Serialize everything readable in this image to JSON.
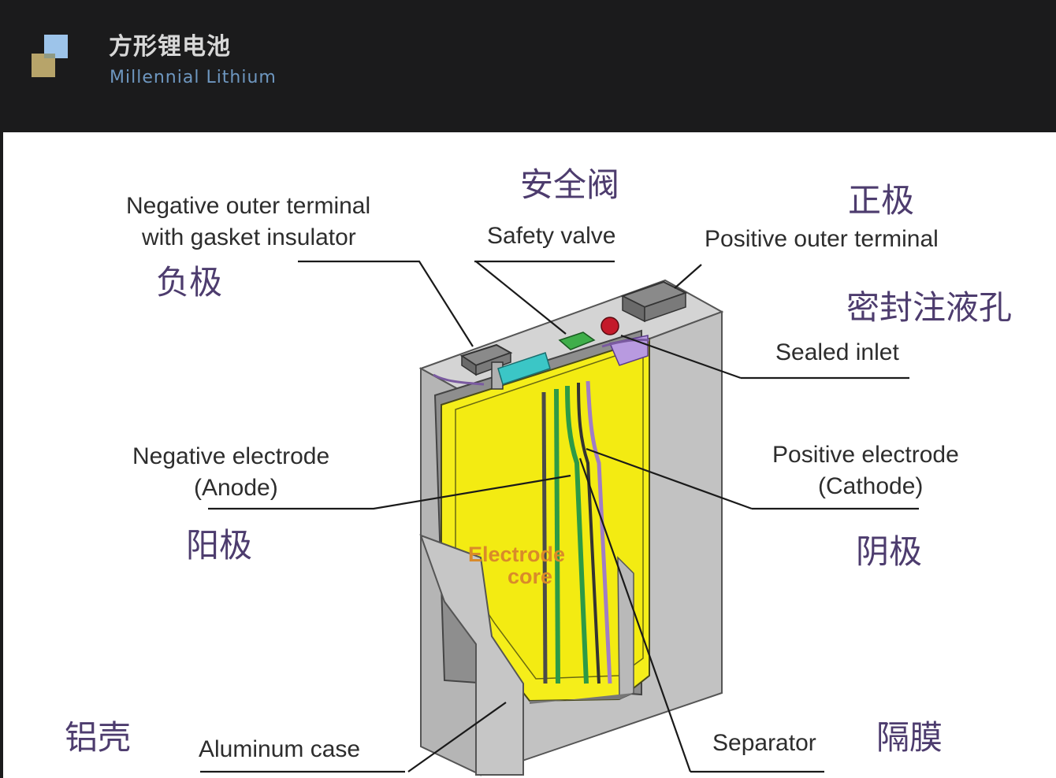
{
  "header": {
    "title": "方形锂电池",
    "subtitle": "Millennial Lithium"
  },
  "diagram": {
    "labels": {
      "neg_terminal_en_line1": "Negative outer terminal",
      "neg_terminal_en_line2": "with gasket insulator",
      "neg_terminal_cn": "负极",
      "safety_valve_cn": "安全阀",
      "safety_valve_en": "Safety valve",
      "pos_terminal_cn": "正极",
      "pos_terminal_en": "Positive outer terminal",
      "sealed_inlet_cn": "密封注液孔",
      "sealed_inlet_en": "Sealed inlet",
      "neg_electrode_en_line1": "Negative electrode",
      "neg_electrode_en_line2": "(Anode)",
      "neg_electrode_cn": "阳极",
      "pos_electrode_en_line1": "Positive electrode",
      "pos_electrode_en_line2": "(Cathode)",
      "pos_electrode_cn": "阴极",
      "case_cn": "铝壳",
      "case_en": "Aluminum  case",
      "separator_en": "Separator",
      "separator_cn": "隔膜",
      "core_line1": "Electrode",
      "core_line2": "core"
    },
    "colors": {
      "case": "#c4c4c4",
      "electrode": "#f5ee1a",
      "separator": "#3aa65a",
      "insulator": "#3bc6c6",
      "label_cn": "#4d3c6e"
    }
  }
}
